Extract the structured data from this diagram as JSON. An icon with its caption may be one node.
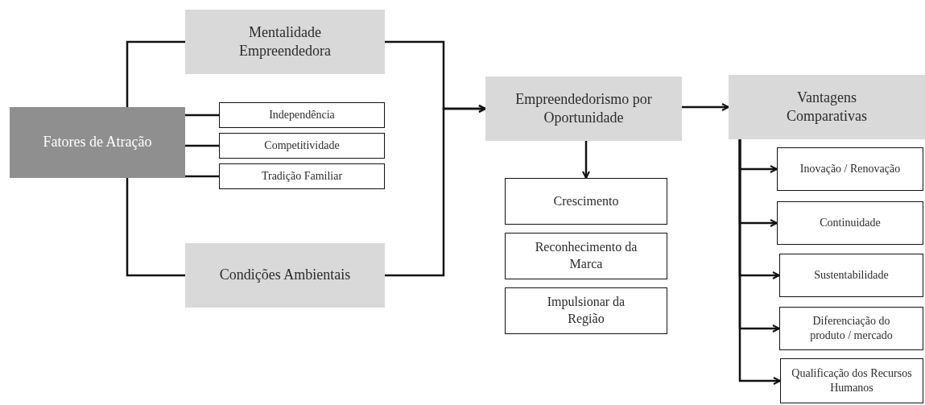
{
  "diagram": {
    "nodes": [
      {
        "text": [
          "Fatores de Atração"
        ]
      },
      {
        "text": [
          "Mentalidade Empreendedora"
        ]
      },
      {
        "text": [
          "Independência"
        ]
      },
      {
        "text": [
          "Competitividade"
        ]
      },
      {
        "text": [
          "Tradição Familiar"
        ]
      },
      {
        "text": [
          "Condições Ambientais"
        ]
      },
      {
        "text": [
          "Empreendedorismo por Oportunidade"
        ]
      },
      {
        "text": [
          "Vantagens Comparativas"
        ]
      },
      {
        "text": [
          "Crescimento"
        ]
      },
      {
        "text": [
          "Reconhecimento da Marca"
        ]
      },
      {
        "text": [
          "Impulsionar da Região"
        ]
      },
      {
        "text": [
          "Inovação / Renovação"
        ]
      },
      {
        "text": [
          "Continuidade"
        ]
      },
      {
        "text": [
          "Sustentabilidade"
        ]
      },
      {
        "text": [
          "Diferenciação do produto / mercado"
        ]
      },
      {
        "text": [
          "Qualificação dos Recursos Humanos"
        ]
      }
    ],
    "edges": [
      {
        "from": 0,
        "to": 1,
        "arrow": "none"
      },
      {
        "from": 0,
        "to": 2,
        "arrow": "none"
      },
      {
        "from": 0,
        "to": 3,
        "arrow": "none"
      },
      {
        "from": 0,
        "to": 4,
        "arrow": "none"
      },
      {
        "from": 0,
        "to": 5,
        "arrow": "none"
      },
      {
        "from": 1,
        "to": 6,
        "arrow": "to"
      },
      {
        "from": 5,
        "to": 6,
        "arrow": "to"
      },
      {
        "from": 6,
        "to": 7,
        "arrow": "to"
      },
      {
        "from": 6,
        "to": 8,
        "arrow": "to"
      },
      {
        "from": 7,
        "to": 11,
        "arrow": "to"
      },
      {
        "from": 7,
        "to": 12,
        "arrow": "to"
      },
      {
        "from": 7,
        "to": 13,
        "arrow": "to"
      },
      {
        "from": 7,
        "to": 14,
        "arrow": "to"
      },
      {
        "from": 7,
        "to": 15,
        "arrow": "to"
      }
    ]
  }
}
